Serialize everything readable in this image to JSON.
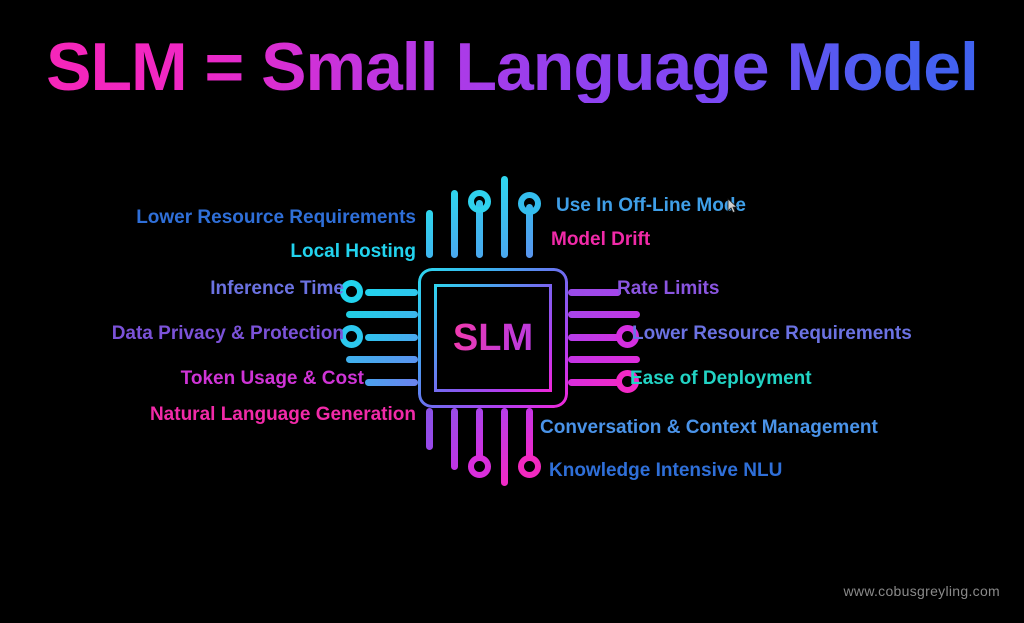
{
  "title": "SLM = Small Language Model",
  "chip": {
    "label": "SLM"
  },
  "footer": {
    "url": "www.cobusgreyling.com"
  },
  "colors": {
    "background": "#000000",
    "title_gradient_start": "#f726b6",
    "title_gradient_mid": "#9640ef",
    "title_gradient_end": "#3b63ef",
    "cyan": "#22d3ee",
    "teal": "#24d3c8",
    "blue": "#2f6fd8",
    "light_blue": "#4a93e8",
    "periwinkle": "#6b72e2",
    "purple": "#7b52d8",
    "violet": "#9a4de8",
    "magenta": "#d42ee0",
    "pink": "#f12aa8",
    "footer_grey": "#8a8a8a"
  },
  "labels_left": [
    {
      "text": "Lower Resource Requirements",
      "color": "#2f6fd8"
    },
    {
      "text": "Local Hosting",
      "color": "#22d3ee"
    },
    {
      "text": "Inference Time",
      "color": "#6b72e2"
    },
    {
      "text": "Data Privacy & Protection",
      "color": "#7b52d8"
    },
    {
      "text": "Token Usage & Cost",
      "color": "#cf34d6"
    },
    {
      "text": "Natural Language Generation",
      "color": "#f12aa8"
    }
  ],
  "labels_right": [
    {
      "text": "Use In Off-Line Mode",
      "color": "#3f9fe8"
    },
    {
      "text": "Model Drift",
      "color": "#f12aa8"
    },
    {
      "text": "Rate Limits",
      "color": "#8a55e0"
    },
    {
      "text": "Lower Resource Requirements",
      "color": "#6b72e2"
    },
    {
      "text": "Ease of Deployment",
      "color": "#22d3c4"
    },
    {
      "text": "Conversation & Context Management",
      "color": "#4a93e8"
    },
    {
      "text": "Knowledge Intensive NLU",
      "color": "#2f6fd8"
    }
  ]
}
